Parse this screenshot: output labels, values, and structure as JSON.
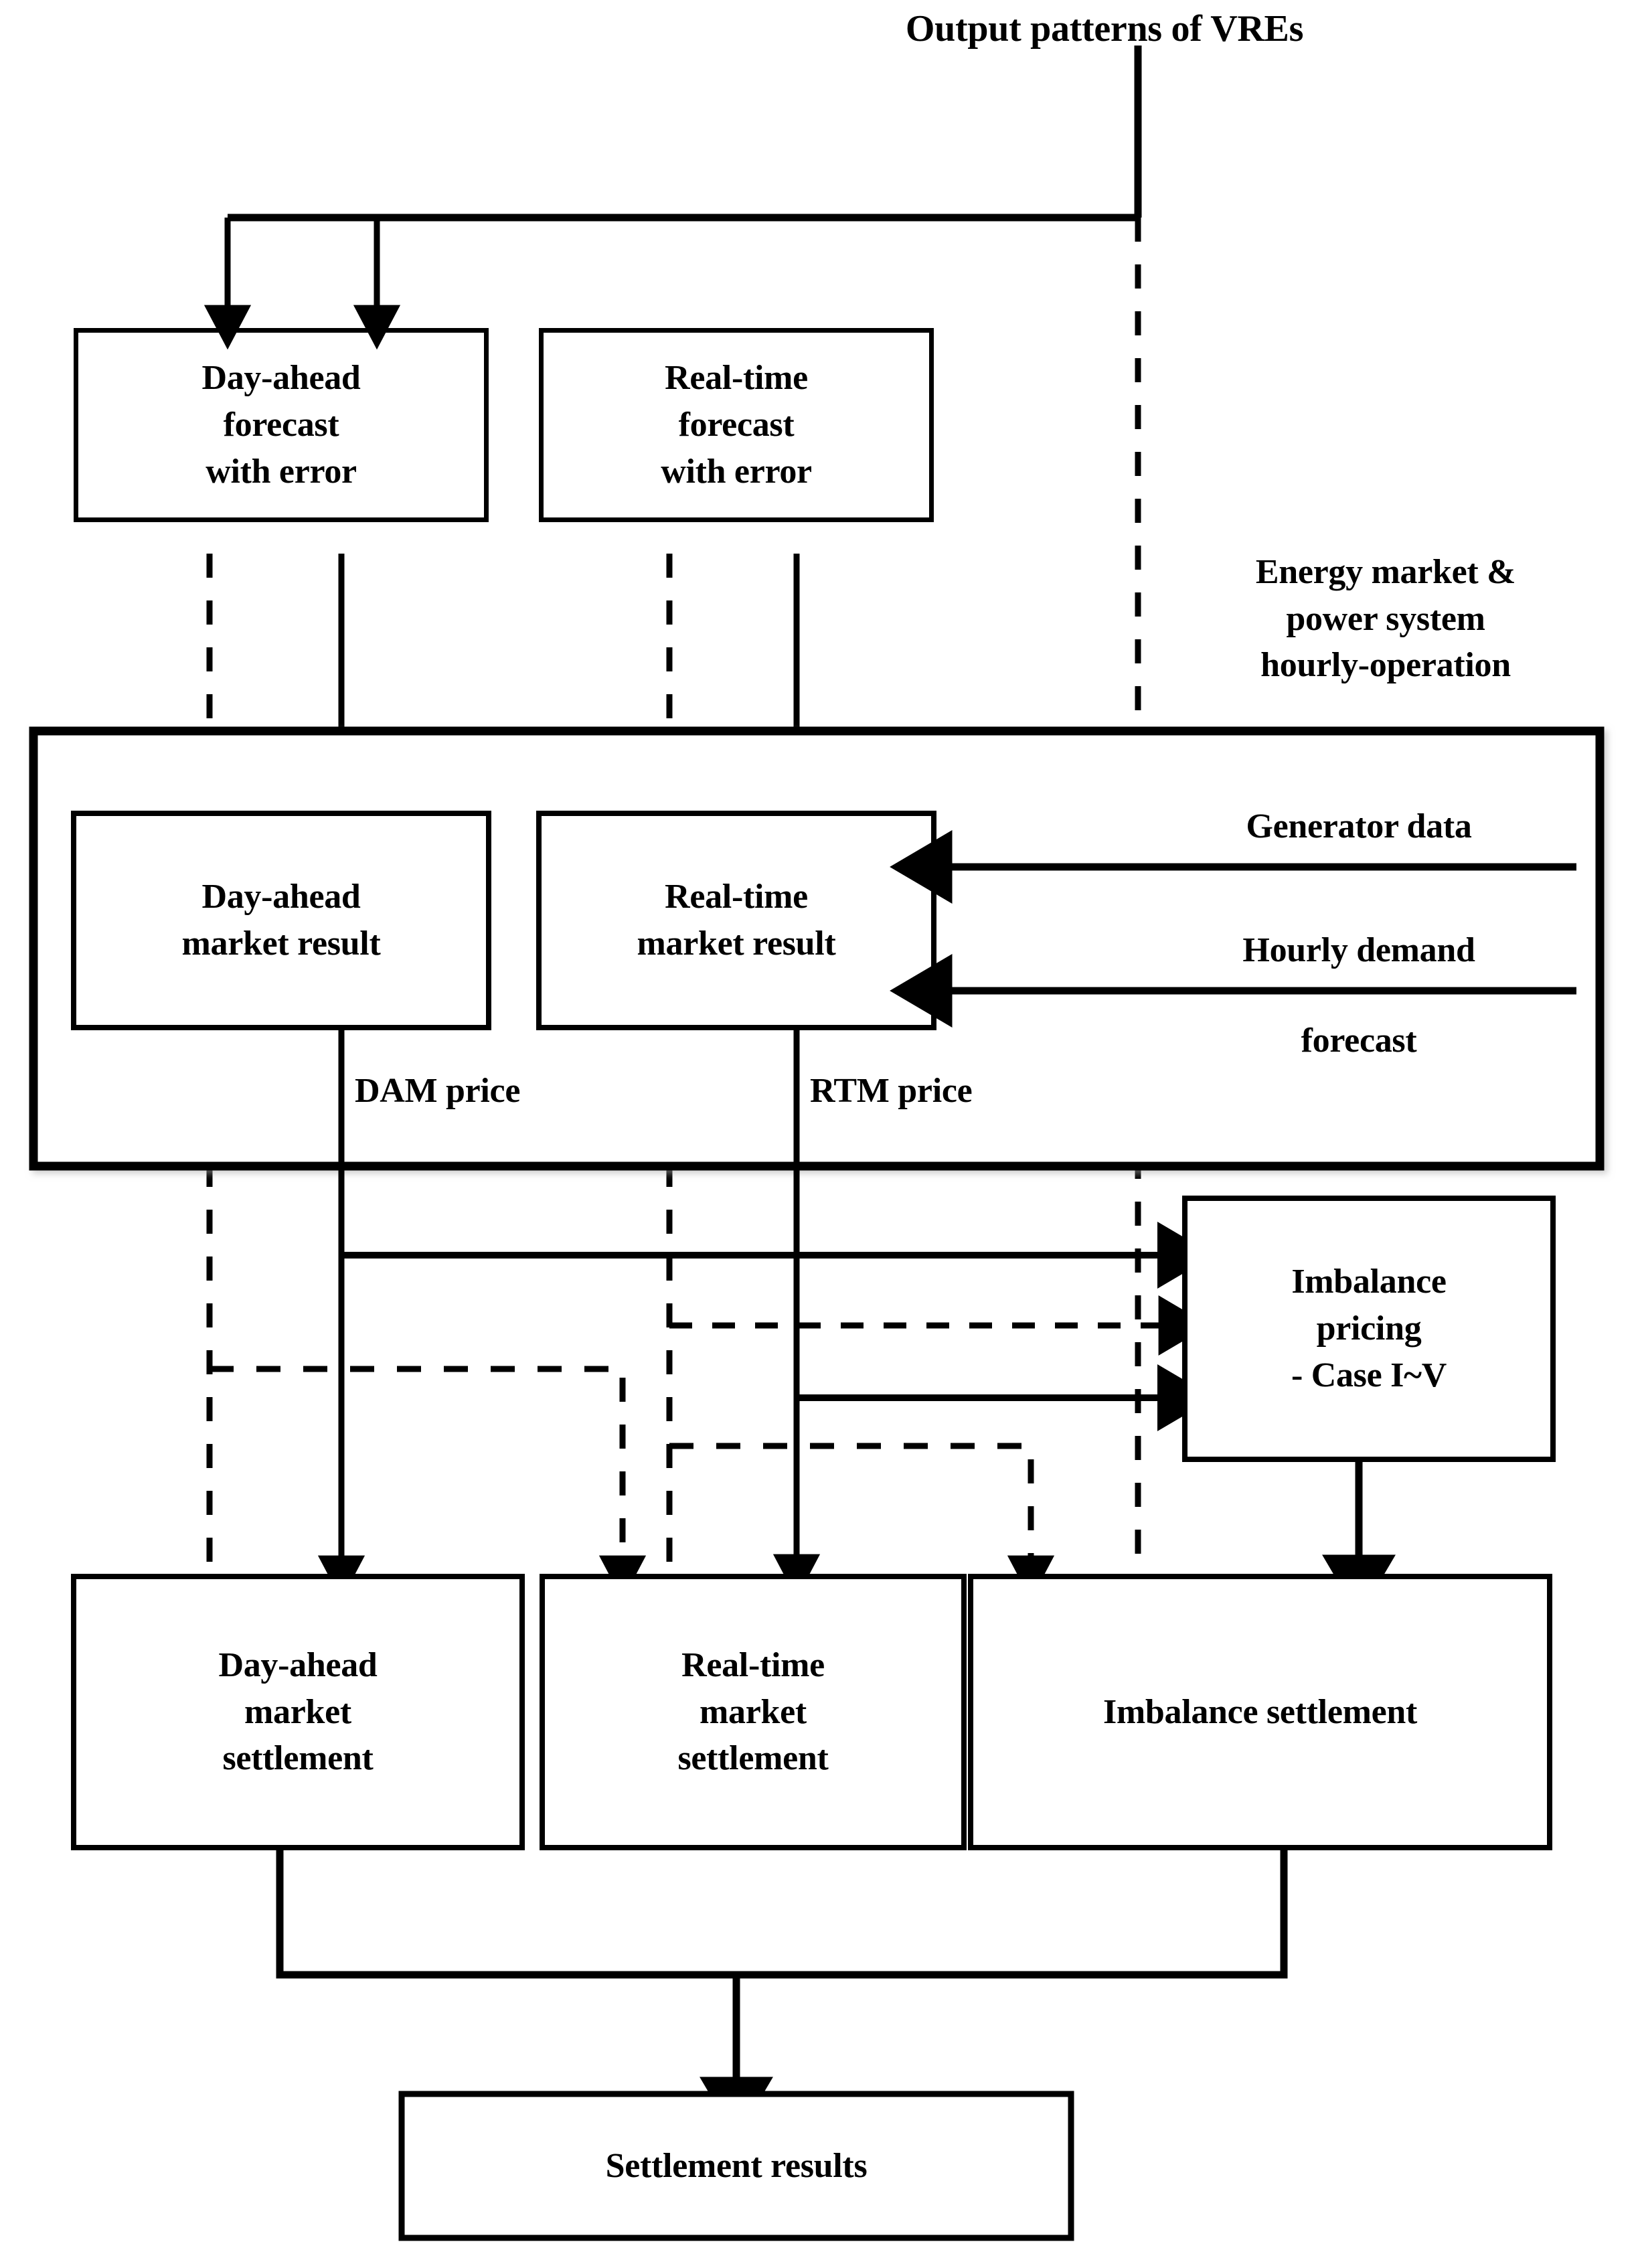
{
  "diagram": {
    "title": "Output patterns of VREs",
    "type": "flowchart",
    "nodes": {
      "source": {
        "label": "Output patterns of VREs"
      },
      "da_forecast": {
        "label": "Day-ahead\nforecast\nwith error",
        "lines": [
          "Day-ahead",
          "forecast",
          "with error"
        ]
      },
      "rt_forecast": {
        "label": "Real-time\nforecast\nwith error",
        "lines": [
          "Real-time",
          "forecast",
          "with error"
        ]
      },
      "da_result": {
        "label": "Day-ahead\nmarket result",
        "lines": [
          "Day-ahead",
          "market result"
        ]
      },
      "rt_result": {
        "label": "Real-time\nmarket result",
        "lines": [
          "Real-time",
          "market result"
        ]
      },
      "imbalance_pricing": {
        "label": "Imbalance\npricing\n- Case I~V",
        "lines": [
          "Imbalance",
          "pricing",
          "- Case I~V"
        ]
      },
      "da_settlement": {
        "label": "Day-ahead\nmarket\nsettlement",
        "lines": [
          "Day-ahead",
          "market",
          "settlement"
        ]
      },
      "rt_settlement": {
        "label": "Real-time\nmarket\nsettlement",
        "lines": [
          "Real-time",
          "market",
          "settlement"
        ]
      },
      "imb_settlement": {
        "label": "Imbalance settlement",
        "lines": [
          "Imbalance settlement"
        ]
      },
      "results": {
        "label": "Settlement results",
        "lines": [
          "Settlement results"
        ]
      }
    },
    "container": {
      "caption_lines": [
        "Energy market &",
        "power system",
        "hourly-operation"
      ]
    },
    "edge_labels": {
      "generator_data": "Generator data",
      "hourly_demand": "Hourly demand",
      "hourly_demand_2": "forecast",
      "dam_price": "DAM price",
      "rtm_price": "RTM price"
    },
    "colors": {
      "stroke": "#000000",
      "background": "#ffffff",
      "box_fill": "#ffffff"
    }
  }
}
